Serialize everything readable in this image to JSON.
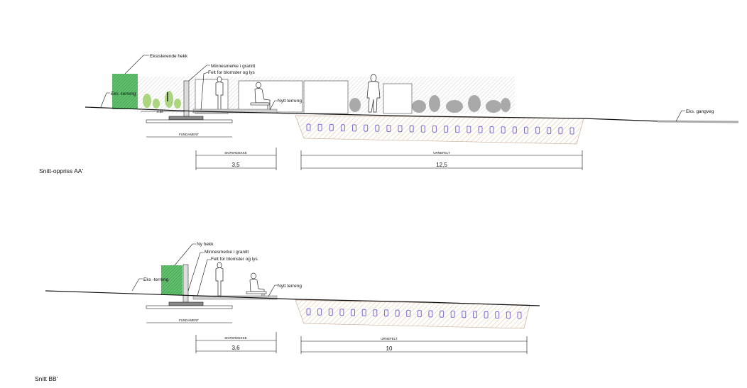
{
  "colors": {
    "hedge": "#5dbb6a",
    "hedge_hatch": "#2e8b3a",
    "urn_field_hatch": "#e9c6a4",
    "urn_marks": "#7a6ad8",
    "background_vegetation": "#b8b8b8",
    "plants": "#9fcf6a"
  },
  "section_a": {
    "title": "Snitt-oppriss AA'",
    "labels": {
      "existing_hedge": "Eksisterende hekk",
      "memorial": "Minnesmerke i granitt",
      "flower_field": "Felt for blomster og lys",
      "existing_terrain": "Eks -terreng",
      "new_terrain": "Nytt terreng",
      "existing_path": "Eks. gangveg",
      "small_dim": "0.85"
    },
    "annotations": {
      "foundation": "FUNDAMENT",
      "slate_cover": "SKIFERDEKKE",
      "urn_field": "URNEFELT"
    },
    "dimensions": {
      "slate_width": "3,5",
      "urn_field_width": "12,5"
    },
    "urn_count": 24
  },
  "section_b": {
    "title": "Snitt BB'",
    "labels": {
      "new_hedge": "Ny hekk",
      "memorial": "Minnesmerke i granitt",
      "flower_field": "Felt for blomster og lys",
      "existing_terrain": "Eks -terreng",
      "new_terrain": "Nytt terreng"
    },
    "annotations": {
      "foundation": "FUNDAMENT",
      "slate_cover": "SKIFERDEKKE",
      "urn_field": "URNEFELT"
    },
    "dimensions": {
      "slate_width": "3,6",
      "urn_field_width": "10"
    },
    "urn_count": 20
  }
}
